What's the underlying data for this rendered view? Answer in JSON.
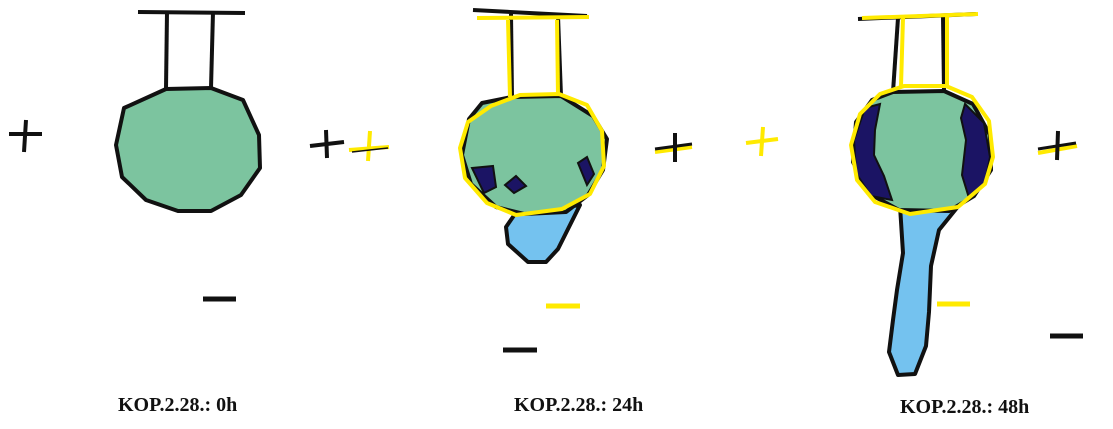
{
  "figure": {
    "panels": [
      {
        "caption": "KOP.2.28.: 0h"
      },
      {
        "caption": "KOP.2.28.: 24h"
      },
      {
        "caption": "KOP.2.28.: 48h"
      }
    ],
    "symbols": {
      "plus": "+",
      "minus": "−"
    }
  },
  "colors": {
    "outline": "#111111",
    "cell_body": "#7cc49f",
    "dark_region": "#1b1464",
    "extension": "#74c2ef",
    "overlay": "#ffea00"
  },
  "icons": [
    "plus-sign",
    "minus-sign"
  ]
}
